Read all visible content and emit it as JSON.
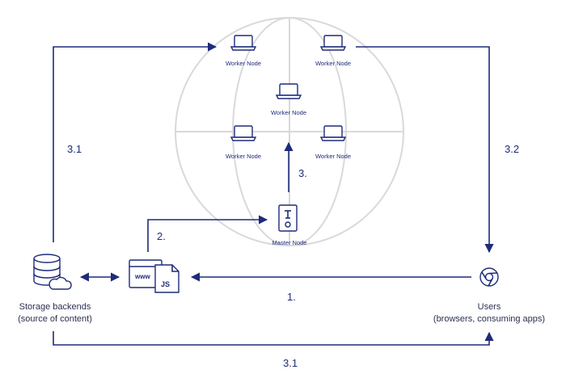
{
  "nodes": {
    "worker_top_left": "Worker Node",
    "worker_top_right": "Worker Node",
    "worker_center": "Worker Node",
    "worker_mid_left": "Worker Node",
    "worker_mid_right": "Worker Node",
    "master": "Master Node"
  },
  "steps": {
    "s1": "1.",
    "s2": "2.",
    "s3": "3.",
    "s31_left": "3.1",
    "s31_bottom": "3.1",
    "s32": "3.2"
  },
  "storage": {
    "line1": "Storage backends",
    "line2": "(source of content)"
  },
  "users": {
    "line1": "Users",
    "line2": "(browsers, consuming apps)"
  },
  "web_bundle": {
    "www": "www",
    "js": "JS"
  },
  "icons": {
    "worker": "laptop-icon",
    "master": "server-icon",
    "storage": "database-cloud-icon",
    "web": "web-page-js-icon",
    "users": "chrome-browser-icon"
  },
  "colors": {
    "accent": "#1e2b7a",
    "globe": "#d9d9d9"
  }
}
